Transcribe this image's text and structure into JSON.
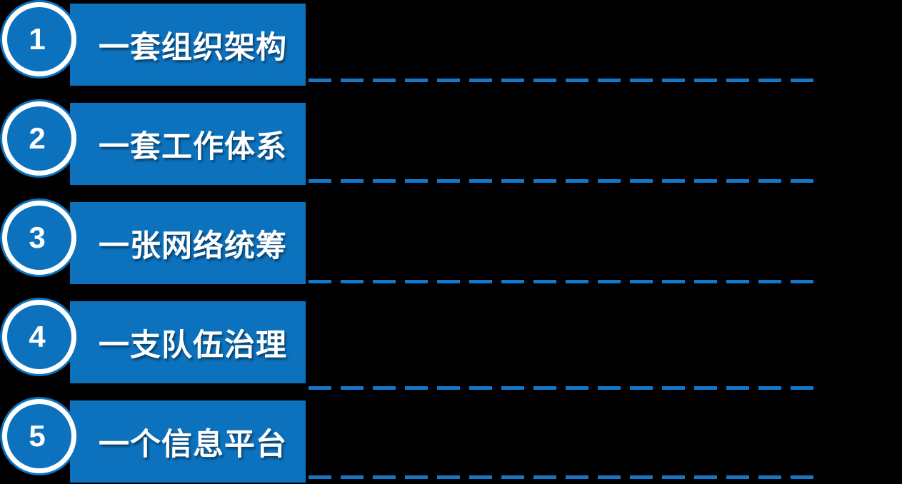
{
  "colors": {
    "background": "#000000",
    "bar-blue": "#0c72be",
    "dash-blue": "#1477c8",
    "text-white": "#ffffff"
  },
  "items": [
    {
      "number": "1",
      "label": "一套组织架构"
    },
    {
      "number": "2",
      "label": "一套工作体系"
    },
    {
      "number": "3",
      "label": "一张网络统筹"
    },
    {
      "number": "4",
      "label": "一支队伍治理"
    },
    {
      "number": "5",
      "label": "一个信息平台"
    }
  ]
}
